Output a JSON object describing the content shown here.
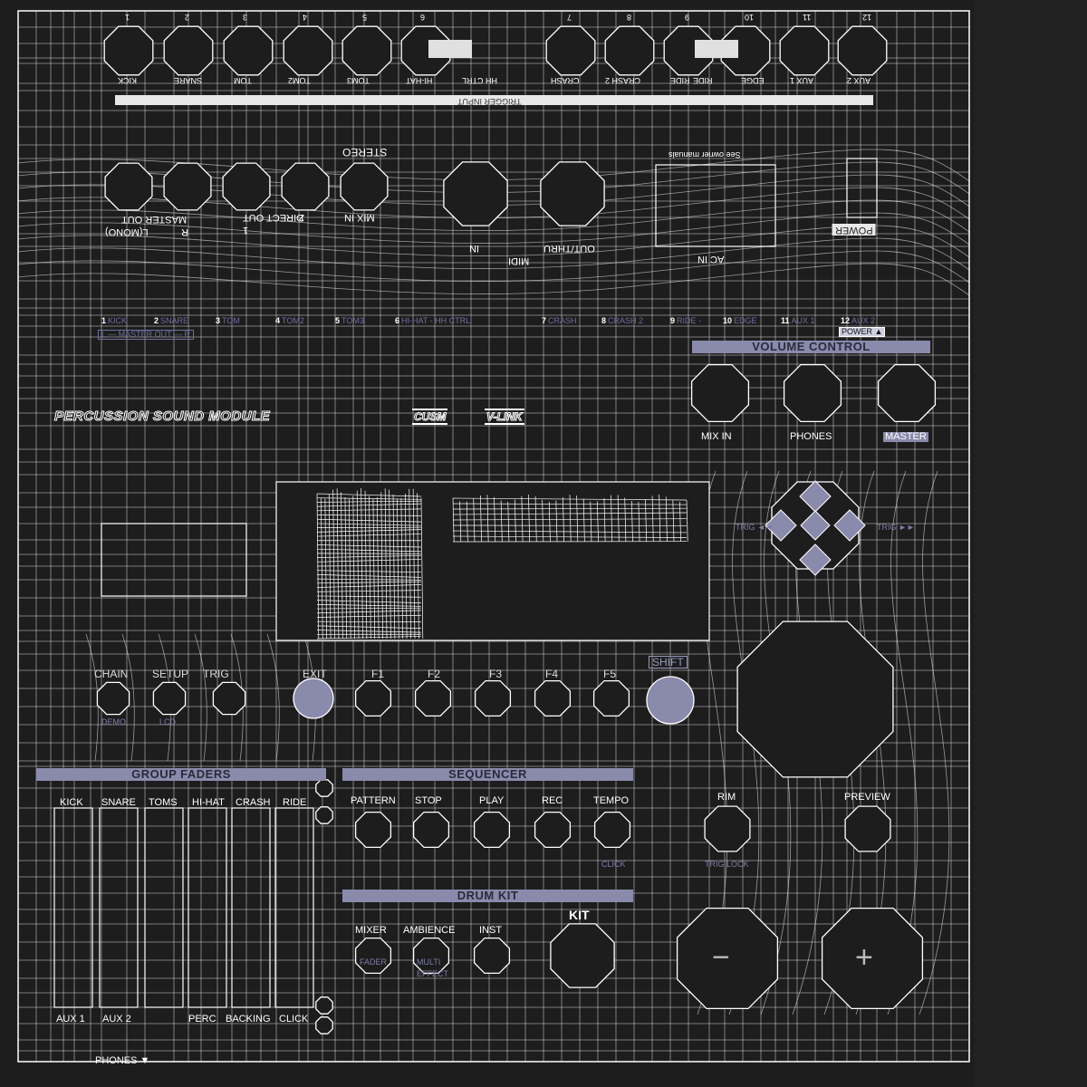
{
  "top_panel": {
    "trigger_input_label": "TRIGGER INPUT",
    "numbers": [
      "1",
      "2",
      "3",
      "4",
      "5",
      "6",
      "7",
      "8",
      "9",
      "10",
      "11",
      "12"
    ],
    "labels": [
      "KICK",
      "SNARE",
      "TOM",
      "TOM2",
      "TOM3",
      "HI-HAT",
      "HH CTRL",
      "CRASH",
      "CRASH 2",
      "RIDE",
      "RIDE",
      "EDGE",
      "AUX 1",
      "AUX 2"
    ]
  },
  "rear_panel": {
    "stereo": "STEREO",
    "mix_in": "MIX IN",
    "direct_out": "DIRECT OUT",
    "direct_out_1": "1",
    "direct_out_2": "2",
    "master_out": "MASTER OUT",
    "master_out_l": "L(MONO)",
    "master_out_r": "R",
    "midi_in": "IN",
    "midi": "MIDI",
    "out_thru": "OUT/THRU",
    "ac_in": "AC IN",
    "see_owner_manuals": "See owner manuals",
    "power": "POWER"
  },
  "front_panel": {
    "product_name": "PERCUSSION SOUND MODULE",
    "logo_cusm": "CUSM",
    "logo_vlink": "V-LINK",
    "master_out_lr": "L — MASTER OUT — R",
    "power_indicator": "POWER ▲",
    "channels": [
      {
        "n": "1",
        "label": "KICK"
      },
      {
        "n": "2",
        "label": "SNARE"
      },
      {
        "n": "3",
        "label": "TOM"
      },
      {
        "n": "4",
        "label": "TOM2"
      },
      {
        "n": "5",
        "label": "TOM3"
      },
      {
        "n": "6",
        "label": "HI-HAT - HH CTRL"
      },
      {
        "n": "7",
        "label": "CRASH"
      },
      {
        "n": "8",
        "label": "CRASH 2"
      },
      {
        "n": "9",
        "label": "RIDE -"
      },
      {
        "n": "10",
        "label": "EDGE"
      },
      {
        "n": "11",
        "label": "AUX 1"
      },
      {
        "n": "12",
        "label": "AUX 2"
      }
    ]
  },
  "volume": {
    "header": "VOLUME CONTROL",
    "knobs": [
      "MIX IN",
      "PHONES",
      "MASTER"
    ]
  },
  "cursor": {
    "left_label": "TRIG ◄◄",
    "right_label": "TRIG ►►"
  },
  "function_row": {
    "labels": [
      "CHAIN",
      "SETUP",
      "TRIG",
      "EXIT",
      "F1",
      "F2",
      "F3",
      "F4",
      "F5"
    ],
    "shift": "SHIFT",
    "sub_left": "DEMO",
    "sub_mid": "LCD"
  },
  "group_faders": {
    "header": "GROUP FADERS",
    "top_labels": [
      "KICK",
      "SNARE",
      "TOMS",
      "HI-HAT",
      "CRASH",
      "RIDE"
    ],
    "bottom_labels": [
      "AUX 1",
      "AUX 2",
      "",
      "PERC",
      "BACKING",
      "CLICK"
    ],
    "phones": "PHONES ▼"
  },
  "sequencer": {
    "header": "SEQUENCER",
    "labels": [
      "PATTERN",
      "STOP",
      "PLAY",
      "REC",
      "TEMPO"
    ],
    "sub_click": "CLICK"
  },
  "drum_kit": {
    "header": "DRUM KIT",
    "labels": [
      "MIXER",
      "AMBIENCE",
      "INST"
    ],
    "kit": "KIT",
    "sub_fader": "FADER",
    "sub_multi": "MULTI",
    "sub_effect": "EFFECT"
  },
  "right_controls": {
    "rim": "RIM",
    "trig_lock": "TRIG LOCK",
    "preview": "PREVIEW",
    "minus": "−",
    "plus": "+"
  },
  "colors": {
    "background": "#1d1d1e",
    "wire": "#ffffff",
    "accent": "#8a8aac",
    "accent_text": "#6f6fa0"
  }
}
